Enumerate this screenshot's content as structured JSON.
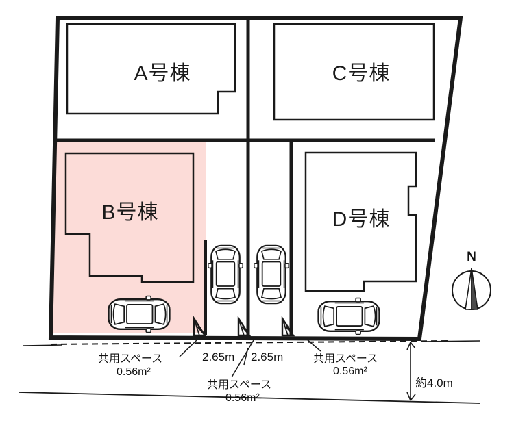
{
  "diagram": {
    "title": "site-plan",
    "colors": {
      "highlight_fill": "#fcdcd8",
      "line": "#1a1a1a",
      "background": "#ffffff"
    }
  },
  "lots": [
    {
      "id": "A",
      "label": "A号棟",
      "highlighted": false
    },
    {
      "id": "B",
      "label": "B号棟",
      "highlighted": true
    },
    {
      "id": "C",
      "label": "C号棟",
      "highlighted": false
    },
    {
      "id": "D",
      "label": "D号棟",
      "highlighted": false
    }
  ],
  "annotations": {
    "shared_space_left": {
      "name": "共用スペース",
      "area": "0.56m²"
    },
    "shared_space_center": {
      "name": "共用スペース",
      "area": "0.56m²"
    },
    "shared_space_right": {
      "name": "共用スペース",
      "area": "0.56m²"
    },
    "width_left": "2.65m",
    "width_right": "2.65m",
    "road_width": "約4.0m"
  },
  "compass": {
    "north_label": "N"
  },
  "parking": {
    "count": 4,
    "stalls": [
      {
        "lot": "B",
        "orientation": "horizontal"
      },
      {
        "lot": "shared-center-left",
        "orientation": "vertical"
      },
      {
        "lot": "shared-center-right",
        "orientation": "vertical"
      },
      {
        "lot": "D",
        "orientation": "horizontal"
      }
    ]
  }
}
